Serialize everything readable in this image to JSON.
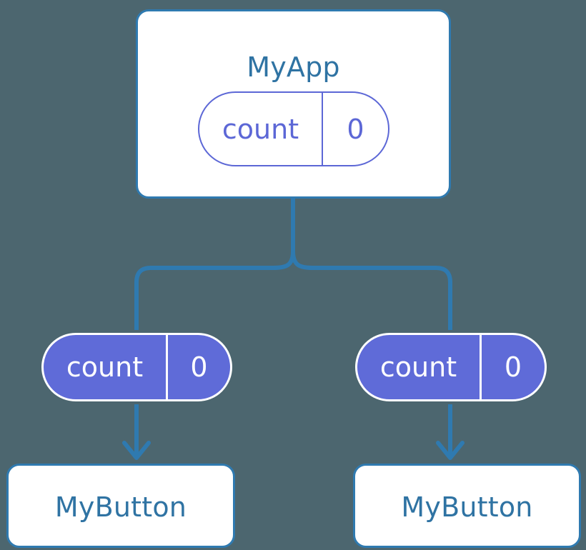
{
  "diagram": {
    "title": "React component state/prop flow tree",
    "background_color": "#4c666f",
    "accent_line_color": "#2f7ab0",
    "component_border_color": "#2f7ab0",
    "component_text_color": "#2f73a3",
    "state_accent_color": "#5c67d6",
    "prop_fill_color": "#5f6bd8"
  },
  "app": {
    "title": "MyApp",
    "state": {
      "key": "count",
      "value": "0"
    }
  },
  "children": [
    {
      "prop": {
        "key": "count",
        "value": "0"
      },
      "title": "MyButton"
    },
    {
      "prop": {
        "key": "count",
        "value": "0"
      },
      "title": "MyButton"
    }
  ]
}
